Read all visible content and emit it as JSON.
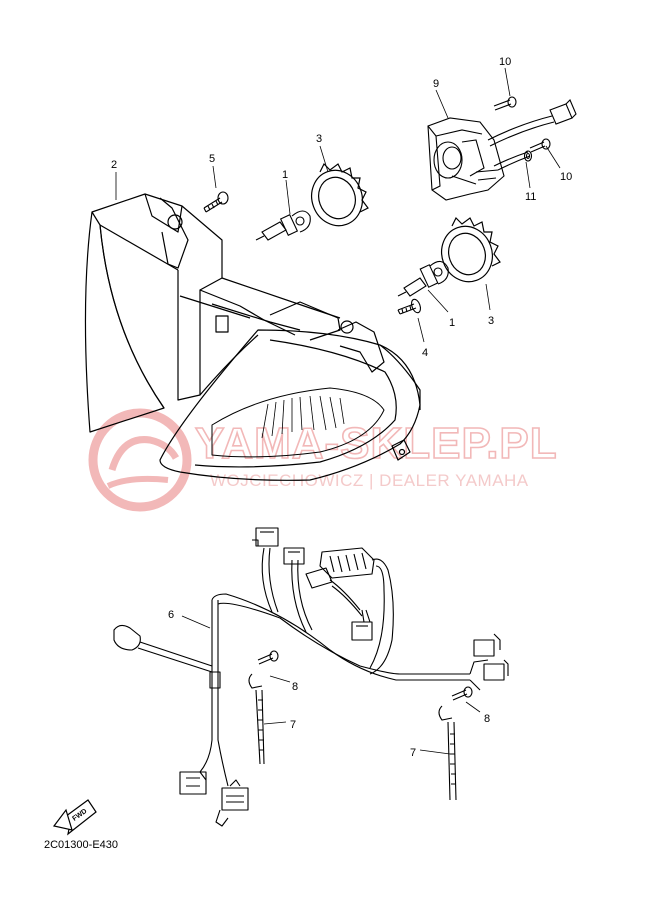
{
  "watermark": {
    "brand": "YAMA-SKLEP.PL",
    "dealer": "WOJCIECHOWICZ | DEALER YAMAHA"
  },
  "callouts": {
    "c1a": "1",
    "c1b": "1",
    "c2": "2",
    "c3a": "3",
    "c3b": "3",
    "c4": "4",
    "c5": "5",
    "c6": "6",
    "c7a": "7",
    "c7b": "7",
    "c8a": "8",
    "c8b": "8",
    "c9": "9",
    "c10a": "10",
    "c10b": "10",
    "c11": "11"
  },
  "fwd_label": "FWD",
  "diagram_code": "2C01300-E430",
  "colors": {
    "line": "#000000",
    "watermark": "#f2b8b8"
  }
}
